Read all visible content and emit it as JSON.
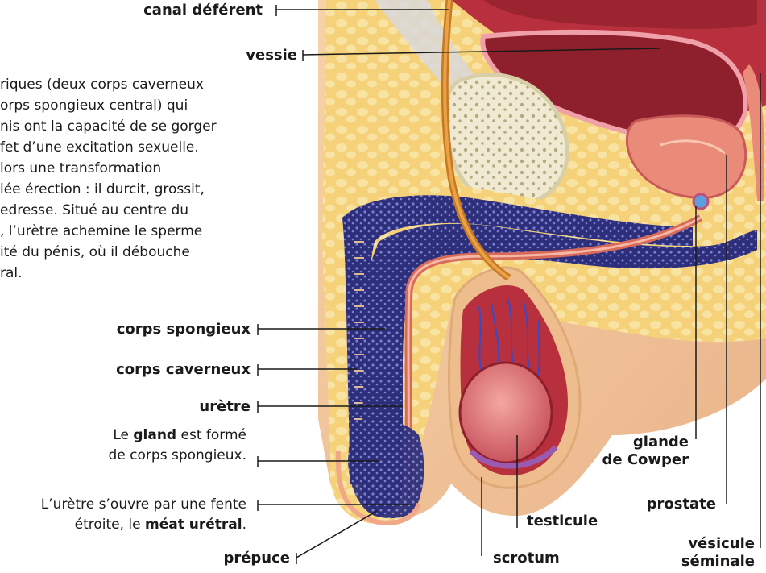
{
  "labels": {
    "canal": "canal déférent",
    "vessie": "vessie",
    "corps_spongieux": "corps spongieux",
    "corps_caverneux": "corps caverneux",
    "uretre": "urètre",
    "prepuce": "prépuce",
    "scrotum": "scrotum",
    "testicule": "testicule",
    "glande_1": "glande",
    "glande_2": "de Cowper",
    "prostate": "prostate",
    "vesicule_1": "vésicule",
    "vesicule_2": "séminale"
  },
  "paragraph": [
    "riques (deux corps caverneux",
    "orps spongieux central) qui",
    "nis ont la capacité de se gorger",
    "fet d’une excitation sexuelle.",
    "lors une transformation",
    "lée érection : il durcit, grossit,",
    "edresse. Situé au centre du",
    ", l’urètre achemine le sperme",
    "ité du pénis, où il débouche",
    "ral."
  ],
  "gland_note": {
    "pre": "Le ",
    "bold": "gland",
    "post": " est formé",
    "line2": "de corps spongieux."
  },
  "meat_note": {
    "line1": "L’urètre s’ouvre par une fente",
    "pre2": "étroite, le ",
    "bold2": "méat urétral",
    "post2": "."
  },
  "colors": {
    "fat": "#f5d27a",
    "skin": "#f2c9a0",
    "muscle": "#a8202c",
    "spongy": "#2e2f7a",
    "tissue": "#e9826f"
  }
}
